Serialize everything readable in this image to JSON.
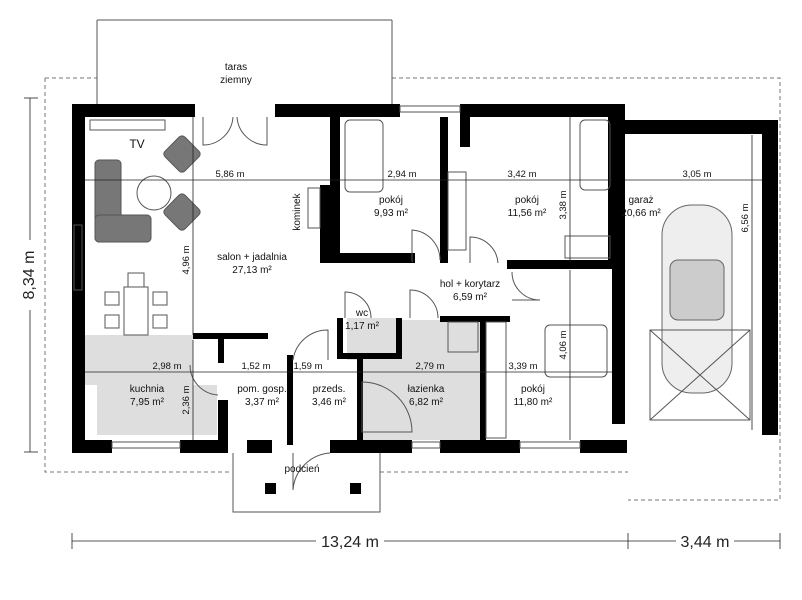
{
  "plan": {
    "terrace": [
      "taras",
      "ziemny"
    ],
    "tv_label": "TV",
    "fireplace_label": "kominek",
    "porch_label": "podcień",
    "rooms": {
      "salon": {
        "name": "salon + jadalnia",
        "area": "27,13 m²"
      },
      "pokoj1": {
        "name": "pokój",
        "area": "9,93 m²"
      },
      "pokoj2": {
        "name": "pokój",
        "area": "11,56 m²"
      },
      "garaz": {
        "name": "garaż",
        "area": "20,66 m²"
      },
      "hol": {
        "name": "hol + korytarz",
        "area": "6,59 m²"
      },
      "wc": {
        "name": "wc",
        "area": "1,17 m²"
      },
      "kuchnia": {
        "name": "kuchnia",
        "area": "7,95 m²"
      },
      "gosp": {
        "name": "pom. gosp.",
        "area": "3,37 m²"
      },
      "przeds": {
        "name": "przeds.",
        "area": "3,46 m²"
      },
      "lazienka": {
        "name": "łazienka",
        "area": "6,82 m²"
      },
      "pokoj3": {
        "name": "pokój",
        "area": "11,80 m²"
      }
    },
    "dimensions": {
      "salon_w": "5,86 m",
      "pokoj1_w": "2,94 m",
      "pokoj2_w": "3,42 m",
      "garaz_w": "3,05 m",
      "salon_h": "4,96 m",
      "pokoj2_h": "3,38 m",
      "garaz_h": "6,56 m",
      "pokoj3_h": "4,06 m",
      "kuchnia_w": "2,98 m",
      "gosp_w": "1,52 m",
      "przeds_w": "1,59 m",
      "lazienka_w": "2,79 m",
      "pokoj3_w": "3,39 m",
      "kuchnia_h": "2,36 m",
      "total_w": "13,24 m",
      "garage_ext_w": "3,44 m",
      "total_h": "8,34 m"
    }
  }
}
